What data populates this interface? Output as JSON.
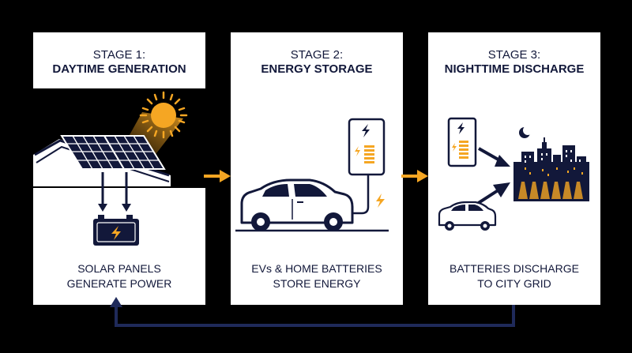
{
  "stages": [
    {
      "number": "STAGE 1:",
      "name": "DAYTIME GENERATION",
      "caption_line1": "SOLAR PANELS",
      "caption_line2": "GENERATE POWER"
    },
    {
      "number": "STAGE 2:",
      "name": "ENERGY STORAGE",
      "caption_line1": "EVs & HOME BATTERIES",
      "caption_line2": "STORE ENERGY"
    },
    {
      "number": "STAGE 3:",
      "name": "NIGHTTIME DISCHARGE",
      "caption_line1": "BATTERIES DISCHARGE",
      "caption_line2": "TO CITY GRID"
    }
  ],
  "colors": {
    "navy": "#12183a",
    "orange": "#f5a623",
    "background": "#000000",
    "card": "#ffffff"
  },
  "icons": [
    "sun-icon",
    "solar-panel-icon",
    "house-roof-icon",
    "battery-icon",
    "home-battery-icon",
    "electric-car-icon",
    "moon-icon",
    "city-icon",
    "lightning-icon"
  ]
}
